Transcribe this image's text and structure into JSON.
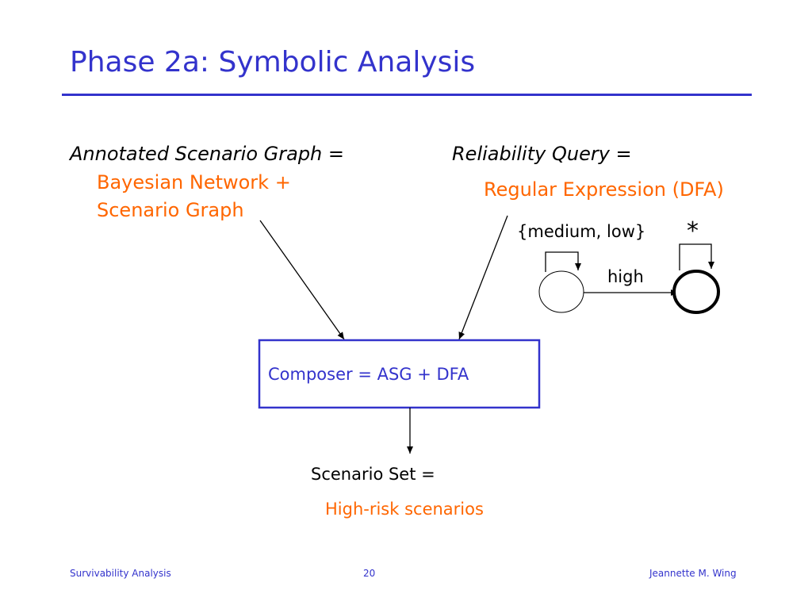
{
  "slide": {
    "title": "Phase 2a: Symbolic Analysis"
  },
  "left_block": {
    "heading": "Annotated Scenario Graph =",
    "line1": "Bayesian Network +",
    "line2": "Scenario Graph"
  },
  "right_block": {
    "heading": "Reliability Query =",
    "value": "Regular Expression (DFA)"
  },
  "dfa": {
    "self_loop_label_start": "{medium, low}",
    "transition_label": "high",
    "self_loop_label_accept": "*"
  },
  "composer": {
    "label": "Composer = ASG + DFA"
  },
  "result": {
    "heading": "Scenario Set =",
    "value": "High-risk scenarios"
  },
  "footer": {
    "left": "Survivability Analysis",
    "center": "20",
    "right": "Jeannette M. Wing"
  },
  "colors": {
    "title_blue": "#3333cc",
    "accent_orange": "#ff6600",
    "text_black": "#000000"
  }
}
